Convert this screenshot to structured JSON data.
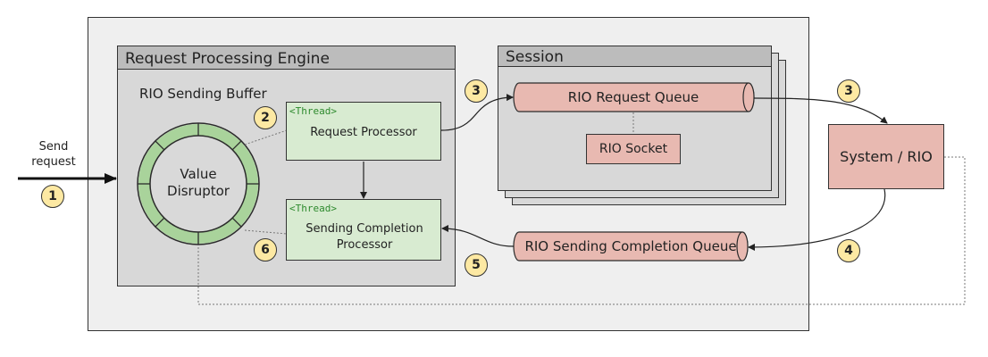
{
  "send_request_label": "Send request",
  "engine": {
    "title": "Request Processing Engine",
    "buffer_label": "RIO Sending Buffer",
    "ring_center_label": "Value Disruptor",
    "request_processor": {
      "tag": "<Thread>",
      "label": "Request Processor"
    },
    "completion_processor": {
      "tag": "<Thread>",
      "label": "Sending Completion Processor"
    }
  },
  "session": {
    "title": "Session",
    "request_queue_label": "RIO Request Queue",
    "socket_label": "RIO Socket"
  },
  "completion_queue_label": "RIO Sending Completion Queue",
  "system_label": "System / RIO",
  "steps": {
    "s1": "1",
    "s2": "2",
    "s3a": "3",
    "s3b": "3",
    "s4": "4",
    "s5": "5",
    "s6": "6"
  },
  "colors": {
    "ring_green": "#a9d39b",
    "thread_green": "#d8ebd1",
    "rio_red": "#e8b9b1",
    "badge_yellow": "#fde9a3"
  }
}
